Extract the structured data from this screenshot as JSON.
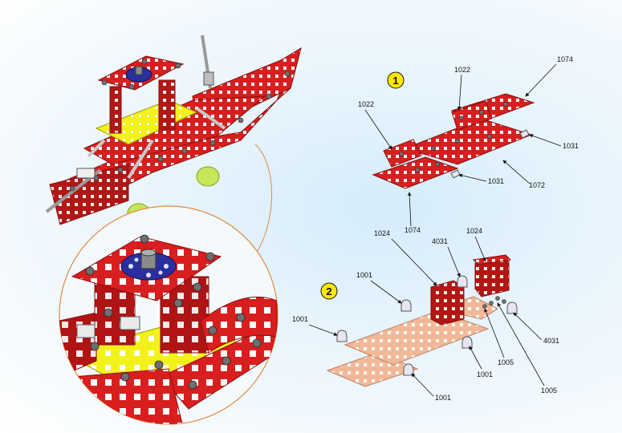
{
  "steps": {
    "one": "1",
    "two": "2"
  },
  "step1_labels": {
    "l1022_a": "1022",
    "l1022_b": "1022",
    "l1074_a": "1074",
    "l1074_b": "1074",
    "l1031_a": "1031",
    "l1031_b": "1031",
    "l1072": "1072"
  },
  "step2_labels": {
    "l1024_a": "1024",
    "l1024_b": "1024",
    "l4031_a": "4031",
    "l4031_b": "4031",
    "l1001_a": "1001",
    "l1001_b": "1001",
    "l1001_c": "1001",
    "l1001_d": "1001",
    "l1005_a": "1005",
    "l1005_b": "1005"
  },
  "colors": {
    "plate_red": "#d81e1e",
    "plate_red_dark": "#a01212",
    "plate_peach": "#f3b899",
    "plate_peach_dark": "#d99a78",
    "deck_yellow": "#f2f21a",
    "wheel_green": "#c8e65a",
    "disc_blue": "#2a2f9e",
    "bolt_grey": "#7a7a7a",
    "step_badge": "#ffe800",
    "callout_line": "#e08a3c"
  }
}
